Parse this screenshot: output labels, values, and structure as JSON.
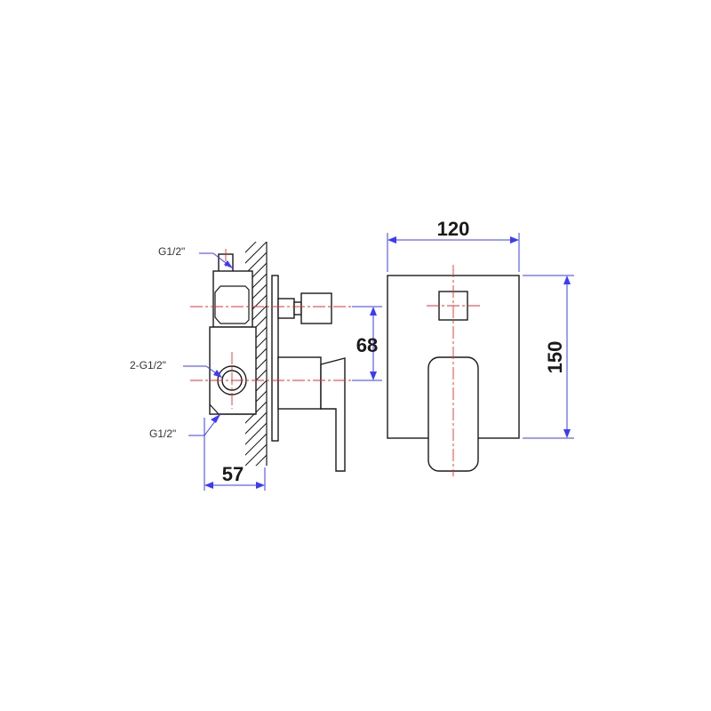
{
  "dimensions": {
    "width_top": "120",
    "height_right": "150",
    "depth_bottom": "57",
    "offset_vertical": "68"
  },
  "labels": {
    "inlet_top": "G1/2\"",
    "outlet_middle": "2-G1/2\"",
    "inlet_bottom": "G1/2\""
  },
  "colors": {
    "outline": "#1a1a1a",
    "centerline": "#e03030",
    "dimension": "#3a3aff"
  }
}
